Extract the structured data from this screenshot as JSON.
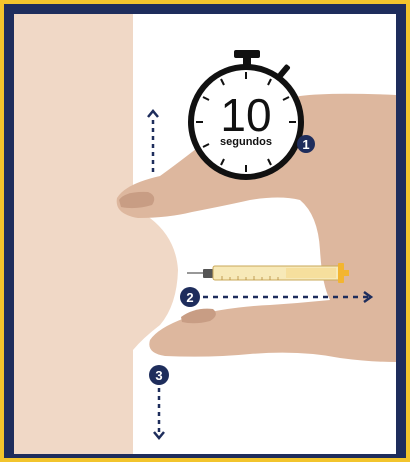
{
  "timer": {
    "value": "10",
    "unit": "segundos"
  },
  "steps": [
    {
      "number": "1"
    },
    {
      "number": "2"
    },
    {
      "number": "3"
    }
  ],
  "colors": {
    "border_outer": "#f2c42c",
    "border_inner": "#1e2d5c",
    "skin_light": "#f0d8c6",
    "skin_hand": "#ddb79e",
    "skin_hand_shadow": "#c89d84",
    "step_badge": "#1e2d5c",
    "arrow": "#1e2d5c",
    "syringe_barrel": "#f7e9b8",
    "syringe_plunger": "#f3b530"
  },
  "icons": [
    "stopwatch-icon",
    "syringe-icon",
    "arrow-up-icon",
    "arrow-right-icon",
    "arrow-down-icon"
  ]
}
